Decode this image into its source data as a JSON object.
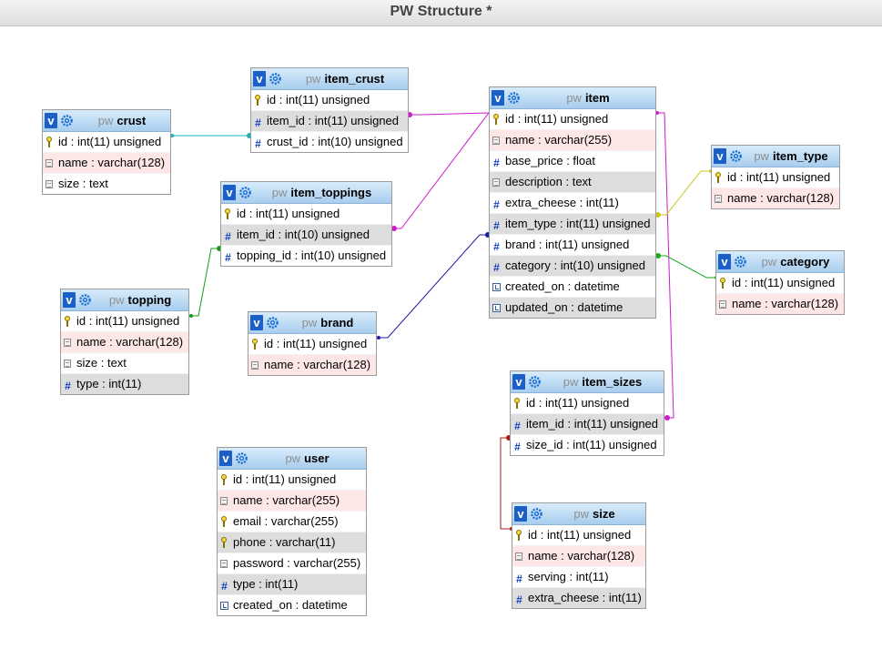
{
  "window": {
    "title": "PW Structure *"
  },
  "db_prefix": "pw",
  "tables": {
    "item_crust": {
      "name": "item_crust",
      "columns": [
        {
          "label": "id : int(11) unsigned",
          "icon": "key-icon",
          "style": "plain"
        },
        {
          "label": "item_id : int(11) unsigned",
          "icon": "number-icon",
          "style": "alt"
        },
        {
          "label": "crust_id : int(10) unsigned",
          "icon": "number-icon",
          "style": "plain"
        }
      ]
    },
    "crust": {
      "name": "crust",
      "columns": [
        {
          "label": "id : int(11) unsigned",
          "icon": "key-icon",
          "style": "plain"
        },
        {
          "label": "name : varchar(128)",
          "icon": "text-icon",
          "style": "unique"
        },
        {
          "label": "size : text",
          "icon": "text-icon",
          "style": "plain"
        }
      ]
    },
    "item": {
      "name": "item",
      "columns": [
        {
          "label": "id : int(11) unsigned",
          "icon": "key-icon",
          "style": "plain"
        },
        {
          "label": "name : varchar(255)",
          "icon": "text-icon",
          "style": "unique"
        },
        {
          "label": "base_price : float",
          "icon": "number-icon",
          "style": "plain"
        },
        {
          "label": "description : text",
          "icon": "text-icon",
          "style": "alt"
        },
        {
          "label": "extra_cheese : int(11)",
          "icon": "number-icon",
          "style": "plain"
        },
        {
          "label": "item_type : int(11) unsigned",
          "icon": "number-icon",
          "style": "alt"
        },
        {
          "label": "brand : int(11) unsigned",
          "icon": "number-icon",
          "style": "plain"
        },
        {
          "label": "category : int(10) unsigned",
          "icon": "number-icon",
          "style": "alt"
        },
        {
          "label": "created_on : datetime",
          "icon": "date-icon",
          "style": "plain"
        },
        {
          "label": "updated_on : datetime",
          "icon": "date-icon",
          "style": "alt"
        }
      ]
    },
    "item_type": {
      "name": "item_type",
      "columns": [
        {
          "label": "id : int(11) unsigned",
          "icon": "key-icon",
          "style": "plain"
        },
        {
          "label": "name : varchar(128)",
          "icon": "text-icon",
          "style": "unique"
        }
      ]
    },
    "item_toppings": {
      "name": "item_toppings",
      "columns": [
        {
          "label": "id : int(11) unsigned",
          "icon": "key-icon",
          "style": "plain"
        },
        {
          "label": "item_id : int(10) unsigned",
          "icon": "number-icon",
          "style": "alt"
        },
        {
          "label": "topping_id : int(10) unsigned",
          "icon": "number-icon",
          "style": "plain"
        }
      ]
    },
    "category": {
      "name": "category",
      "columns": [
        {
          "label": "id : int(11) unsigned",
          "icon": "key-icon",
          "style": "plain"
        },
        {
          "label": "name : varchar(128)",
          "icon": "text-icon",
          "style": "unique"
        }
      ]
    },
    "topping": {
      "name": "topping",
      "columns": [
        {
          "label": "id : int(11) unsigned",
          "icon": "key-icon",
          "style": "plain"
        },
        {
          "label": "name : varchar(128)",
          "icon": "text-icon",
          "style": "unique"
        },
        {
          "label": "size : text",
          "icon": "text-icon",
          "style": "plain"
        },
        {
          "label": "type : int(11)",
          "icon": "number-icon",
          "style": "alt"
        }
      ]
    },
    "brand": {
      "name": "brand",
      "columns": [
        {
          "label": "id : int(11) unsigned",
          "icon": "key-icon",
          "style": "plain"
        },
        {
          "label": "name : varchar(128)",
          "icon": "text-icon",
          "style": "unique"
        }
      ]
    },
    "item_sizes": {
      "name": "item_sizes",
      "columns": [
        {
          "label": "id : int(11) unsigned",
          "icon": "key-icon",
          "style": "plain"
        },
        {
          "label": "item_id : int(11) unsigned",
          "icon": "number-icon",
          "style": "alt"
        },
        {
          "label": "size_id : int(11) unsigned",
          "icon": "number-icon",
          "style": "plain"
        }
      ]
    },
    "user": {
      "name": "user",
      "columns": [
        {
          "label": "id : int(11) unsigned",
          "icon": "key-icon",
          "style": "plain"
        },
        {
          "label": "name : varchar(255)",
          "icon": "text-icon",
          "style": "unique"
        },
        {
          "label": "email : varchar(255)",
          "icon": "key-icon",
          "style": "plain"
        },
        {
          "label": "phone : varchar(11)",
          "icon": "key-icon",
          "style": "alt"
        },
        {
          "label": "password : varchar(255)",
          "icon": "text-icon",
          "style": "plain"
        },
        {
          "label": "type : int(11)",
          "icon": "number-icon",
          "style": "alt"
        },
        {
          "label": "created_on : datetime",
          "icon": "date-icon",
          "style": "plain"
        }
      ]
    },
    "size": {
      "name": "size",
      "columns": [
        {
          "label": "id : int(11) unsigned",
          "icon": "key-icon",
          "style": "plain"
        },
        {
          "label": "name : varchar(128)",
          "icon": "text-icon",
          "style": "unique"
        },
        {
          "label": "serving : int(11)",
          "icon": "number-icon",
          "style": "plain"
        },
        {
          "label": "extra_cheese : int(11)",
          "icon": "number-icon",
          "style": "alt"
        }
      ]
    }
  },
  "relations": [
    {
      "from": "crust.id",
      "to": "item_crust.crust_id",
      "color": "#1ab3b3"
    },
    {
      "from": "item_crust.item_id",
      "to": "item.id",
      "color": "#cc1acc"
    },
    {
      "from": "item_toppings.item_id",
      "to": "item.id",
      "color": "#cc1acc"
    },
    {
      "from": "topping.id",
      "to": "item_toppings.topping_id",
      "color": "#1a9a1a"
    },
    {
      "from": "brand.id",
      "to": "item.brand",
      "color": "#1a1aa0"
    },
    {
      "from": "item_type.id",
      "to": "item.item_type",
      "color": "#c8c81a"
    },
    {
      "from": "category.id",
      "to": "item.category",
      "color": "#1aaa1a"
    },
    {
      "from": "item_sizes.item_id",
      "to": "item.id",
      "color": "#cc1acc"
    },
    {
      "from": "size.id",
      "to": "item_sizes.size_id",
      "color": "#b01a1a"
    }
  ]
}
